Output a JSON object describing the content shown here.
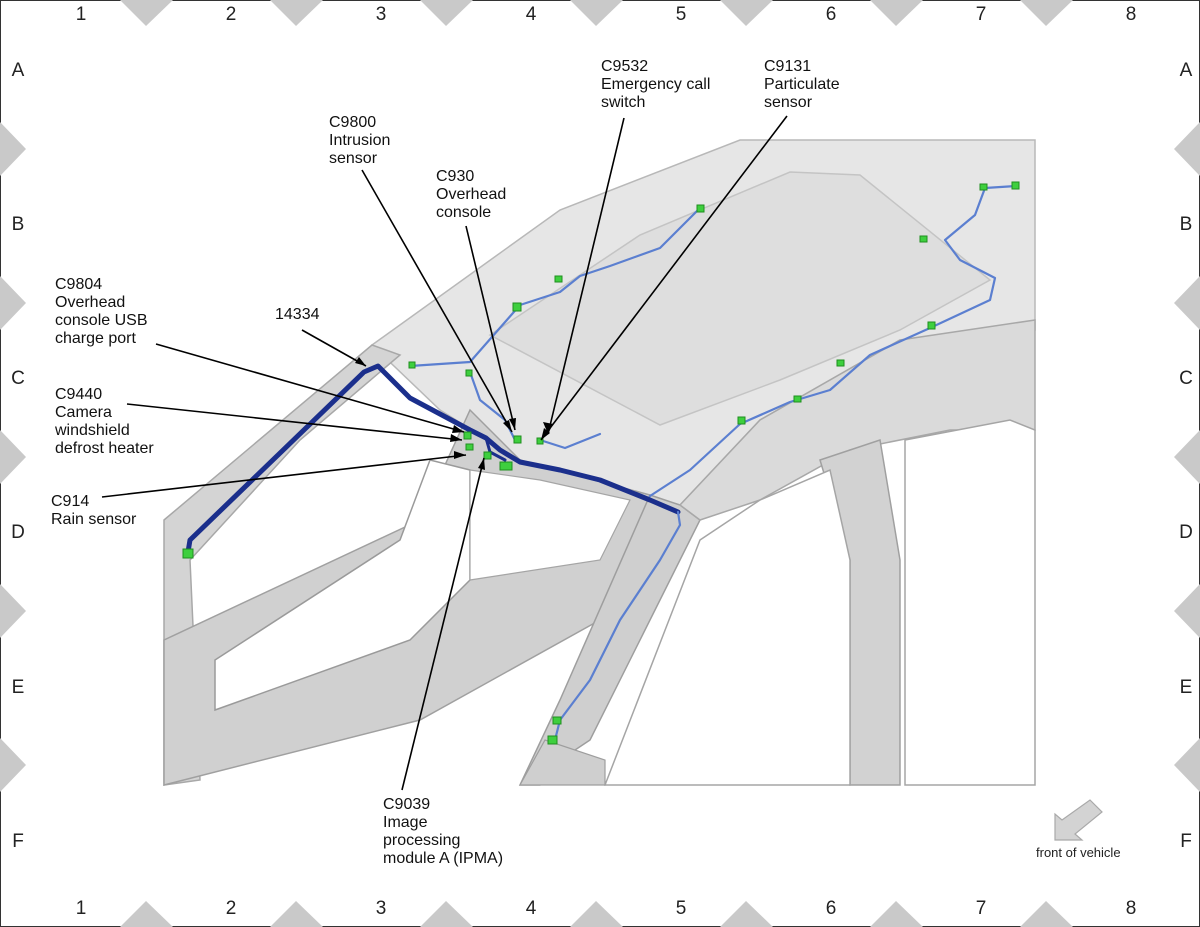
{
  "grid": {
    "columns": [
      "1",
      "2",
      "3",
      "4",
      "5",
      "6",
      "7",
      "8"
    ],
    "rows": [
      "A",
      "B",
      "C",
      "D",
      "E",
      "F"
    ]
  },
  "callouts": {
    "c9532": {
      "code": "C9532",
      "lines": [
        "Emergency call",
        "switch"
      ]
    },
    "c9131": {
      "code": "C9131",
      "lines": [
        "Particulate",
        "sensor"
      ]
    },
    "c9800": {
      "code": "C9800",
      "lines": [
        "Intrusion",
        "sensor"
      ]
    },
    "c930": {
      "code": "C930",
      "lines": [
        "Overhead",
        "console"
      ]
    },
    "c9804": {
      "code": "C9804",
      "lines": [
        "Overhead",
        "console USB",
        "charge port"
      ]
    },
    "h14334": {
      "code": "14334",
      "lines": []
    },
    "c9440": {
      "code": "C9440",
      "lines": [
        "Camera",
        "windshield",
        "defrost heater"
      ]
    },
    "c914": {
      "code": "C914",
      "lines": [
        "Rain sensor"
      ]
    },
    "c9039": {
      "code": "C9039",
      "lines": [
        "Image",
        "processing",
        "module A (IPMA)"
      ]
    }
  },
  "orientation": {
    "label": "front of vehicle"
  },
  "colors": {
    "harness_dark": "#1b2f8c",
    "harness_light": "#5b7fd0",
    "connector": "#3ecf3e",
    "body": "#d7d7d7"
  }
}
